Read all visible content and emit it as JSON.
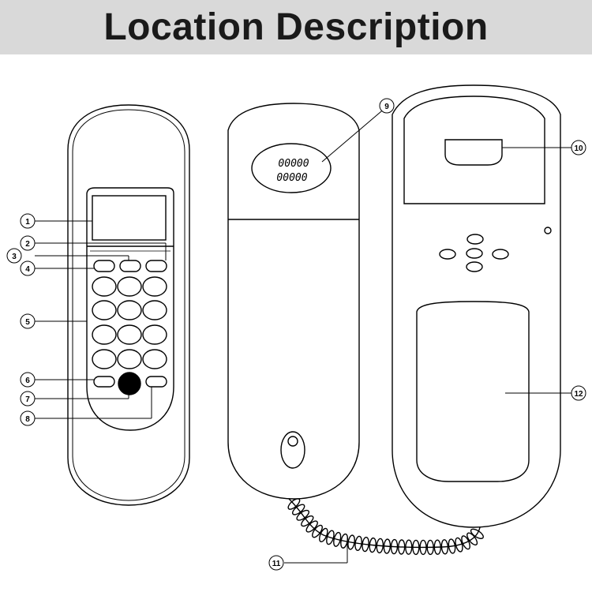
{
  "title": "Location Description",
  "callouts": {
    "c1": "1",
    "c2": "2",
    "c3": "3",
    "c4": "4",
    "c5": "5",
    "c6": "6",
    "c7": "7",
    "c8": "8",
    "c9": "9",
    "c10": "10",
    "c11": "11",
    "c12": "12"
  },
  "speaker_markings": {
    "row1": "00000",
    "row2": "00000"
  },
  "colors": {
    "title_bar_bg": "#d9d9d9",
    "line": "#000000"
  }
}
